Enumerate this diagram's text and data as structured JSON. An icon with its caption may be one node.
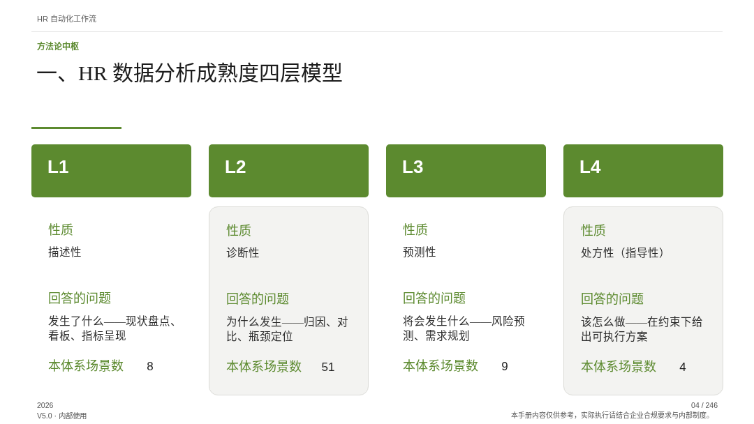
{
  "diagram": {
    "title": "一、HR 数据分析成熟度四层模型",
    "nodes": [
      {
        "text": [
          "L1"
        ]
      },
      {
        "text": [
          "性质",
          "描述性",
          "回答的问题",
          "发生了什么——现状盘点、看板、指标呈现",
          "本体系场景数",
          "8"
        ]
      },
      {
        "text": [
          "L2"
        ]
      },
      {
        "text": [
          "性质",
          "诊断性",
          "回答的问题",
          "为什么发生——归因、对比、瓶颈定位",
          "本体系场景数",
          "51"
        ]
      },
      {
        "text": [
          "L3"
        ]
      },
      {
        "text": [
          "性质",
          "预测性",
          "回答的问题",
          "将会发生什么——风险预测、需求规划",
          "本体系场景数",
          "9"
        ]
      },
      {
        "text": [
          "L4"
        ]
      },
      {
        "text": [
          "性质",
          "处方性（指导性）",
          "回答的问题",
          "该怎么做——在约束下给出可执行方案",
          "本体系场景数",
          "4"
        ]
      }
    ],
    "labels": [
      "HR 自动化工作流",
      "方法论中枢",
      "2026",
      "V5.0 · 内部使用",
      "04 / 246",
      "本手册内容仅供参考，实际执行请结合企业合规要求与内部制度。"
    ]
  }
}
